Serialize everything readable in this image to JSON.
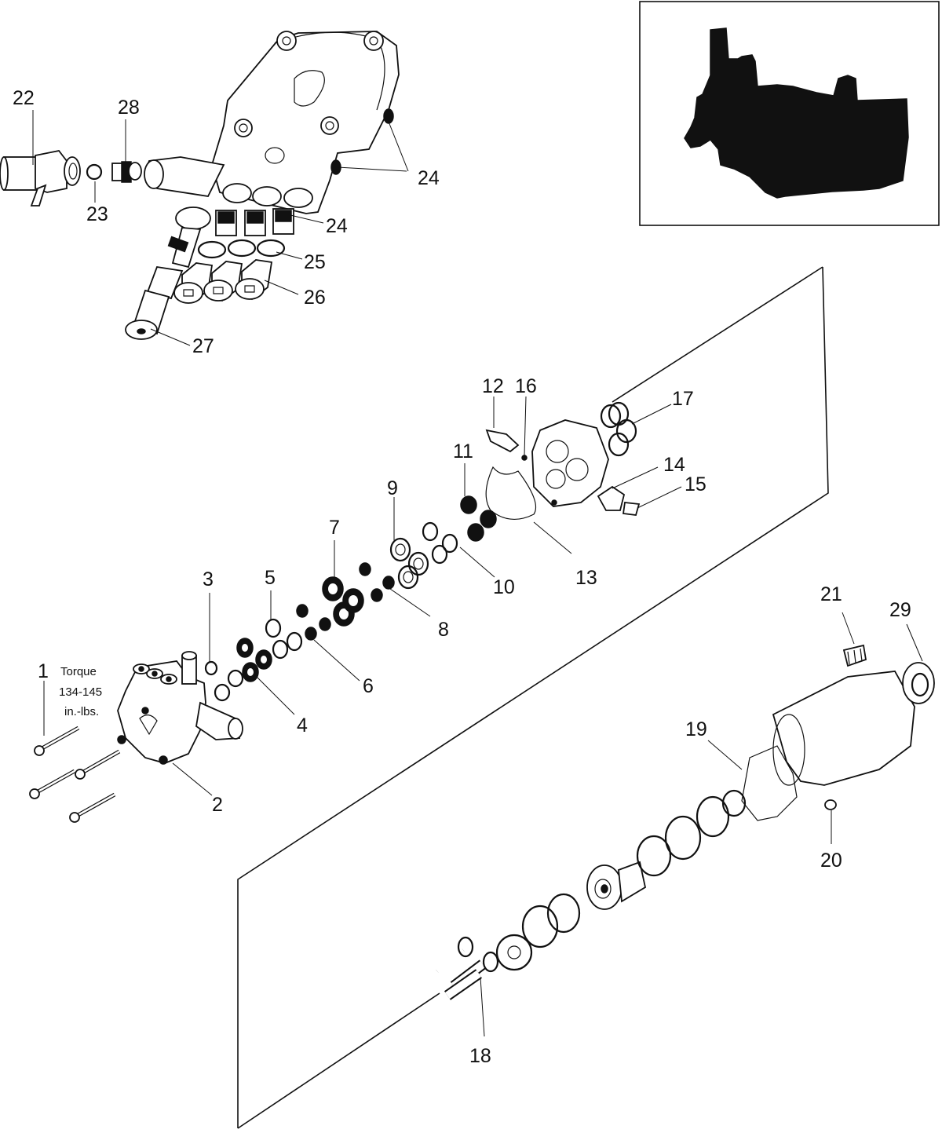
{
  "diagram": {
    "title": "Pump exploded parts view",
    "torque_note": {
      "line1": "Torque",
      "line2": "134-145",
      "line3": "in.-lbs."
    },
    "inset": {
      "description": "Assembled pump photo"
    },
    "callouts": [
      {
        "id": "c1",
        "label": "1"
      },
      {
        "id": "c2",
        "label": "2"
      },
      {
        "id": "c3",
        "label": "3"
      },
      {
        "id": "c4",
        "label": "4"
      },
      {
        "id": "c5",
        "label": "5"
      },
      {
        "id": "c6",
        "label": "6"
      },
      {
        "id": "c7",
        "label": "7"
      },
      {
        "id": "c8",
        "label": "8"
      },
      {
        "id": "c9",
        "label": "9"
      },
      {
        "id": "c10",
        "label": "10"
      },
      {
        "id": "c11",
        "label": "11"
      },
      {
        "id": "c12",
        "label": "12"
      },
      {
        "id": "c13",
        "label": "13"
      },
      {
        "id": "c14",
        "label": "14"
      },
      {
        "id": "c15",
        "label": "15"
      },
      {
        "id": "c16",
        "label": "16"
      },
      {
        "id": "c17",
        "label": "17"
      },
      {
        "id": "c18",
        "label": "18"
      },
      {
        "id": "c19",
        "label": "19"
      },
      {
        "id": "c20",
        "label": "20"
      },
      {
        "id": "c21",
        "label": "21"
      },
      {
        "id": "c22",
        "label": "22"
      },
      {
        "id": "c23",
        "label": "23"
      },
      {
        "id": "c24a",
        "label": "24"
      },
      {
        "id": "c24b",
        "label": "24"
      },
      {
        "id": "c25",
        "label": "25"
      },
      {
        "id": "c26",
        "label": "26"
      },
      {
        "id": "c27",
        "label": "27"
      },
      {
        "id": "c28",
        "label": "28"
      },
      {
        "id": "c29",
        "label": "29"
      }
    ]
  }
}
